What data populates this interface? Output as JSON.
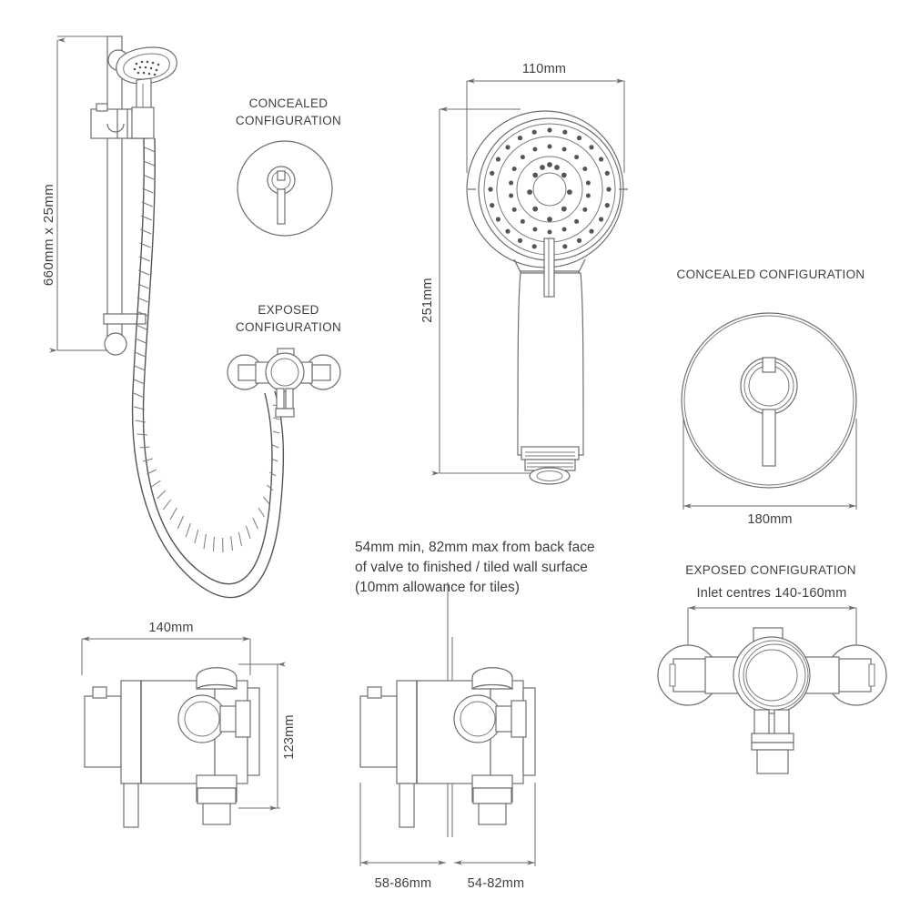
{
  "document": {
    "type": "technical-product-drawing",
    "subject": "Thermostatic shower valve with slide rail kit and hand shower",
    "background_color": "#ffffff",
    "line_color": "#6e6e6e",
    "text_color": "#3f3f3f"
  },
  "slide_rail": {
    "dimension_label": "660mm x 25mm"
  },
  "concealed_small": {
    "line1": "CONCEALED",
    "line2": "CONFIGURATION"
  },
  "exposed_small": {
    "line1": "EXPOSED",
    "line2": "CONFIGURATION"
  },
  "hand_shower": {
    "width_label": "110mm",
    "height_label": "251mm"
  },
  "concealed_plate": {
    "title": "CONCEALED CONFIGURATION",
    "diameter_label": "180mm"
  },
  "exposed_valve": {
    "title": "EXPOSED CONFIGURATION",
    "inlet_label": "Inlet centres 140-160mm"
  },
  "projection_note": {
    "line1": "54mm min, 82mm max from back face",
    "line2": "of valve to finished / tiled wall surface",
    "line3": "(10mm allowance for tiles)"
  },
  "valve_side": {
    "width_label": "140mm",
    "height_label": "123mm"
  },
  "valve_section": {
    "left_label": "58-86mm",
    "right_label": "54-82mm"
  }
}
